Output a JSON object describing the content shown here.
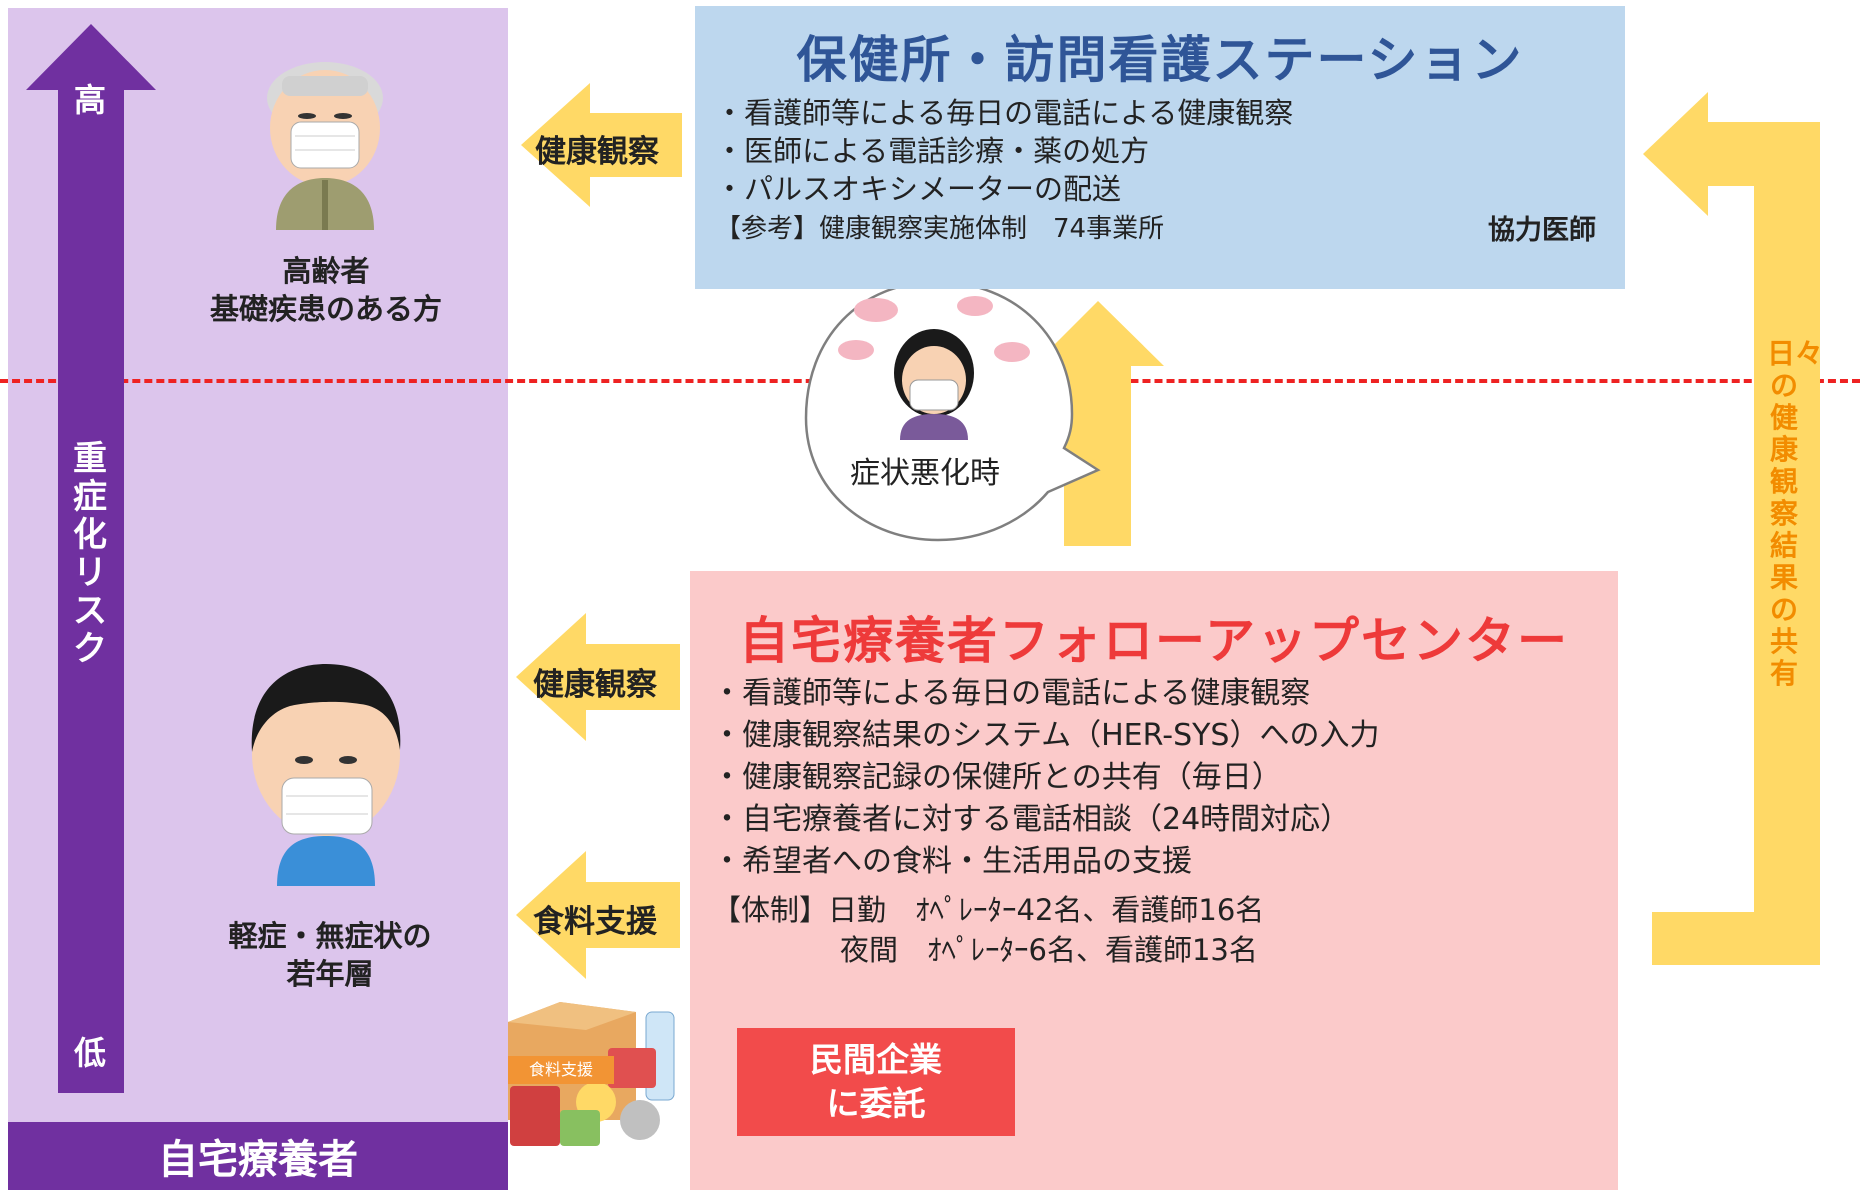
{
  "left_panel": {
    "footer": "自宅療養者",
    "risk_axis": {
      "label": "重症化リスク",
      "high": "高",
      "low": "低"
    },
    "elderly_label_1": "高齢者",
    "elderly_label_2": "基礎疾患のある方",
    "young_label_1": "軽症・無症状の",
    "young_label_2": "若年層"
  },
  "arrows": {
    "top_health": "健康観察",
    "mid_health": "健康観察",
    "food": "食料支援",
    "sharing": "日々の健康観察結果の共有"
  },
  "health_center": {
    "title": "保健所・訪問看護ステーション",
    "items": [
      "・看護師等による毎日の電話による健康観察",
      "・医師による電話診療・薬の処方",
      "・パルスオキシメーターの配送"
    ],
    "reference": "【参考】健康観察実施体制　74事業所",
    "doctor_label": "協力医師"
  },
  "speech_bubble": {
    "text": "症状悪化時"
  },
  "follow_up_center": {
    "title": "自宅療養者フォローアップセンター",
    "items": [
      "・看護師等による毎日の電話による健康観察",
      "・健康観察結果のシステム（HER-SYS）への入力",
      "・健康観察記録の保健所との共有（毎日）",
      "・自宅療養者に対する電話相談（24時間対応）",
      "・希望者への食料・生活用品の支援"
    ],
    "system_day": "【体制】日勤　ｵﾍﾟﾚｰﾀｰ42名、看護師16名",
    "system_night": "夜間　ｵﾍﾟﾚｰﾀｰ6名、看護師13名",
    "outsource_1": "民間企業",
    "outsource_2": "に委託",
    "food_tag": "食料支援"
  },
  "colors": {
    "purple": "#7030a0",
    "lavender": "#dcc5ec",
    "yellow": "#ffd966",
    "blue_box": "#bdd7ee",
    "pink_box": "#fbcaca",
    "red_title": "#ee3a3a",
    "blue_title": "#2f5597",
    "orange_text": "#f28c00"
  },
  "icons": [
    "elderly-person-icon",
    "young-person-icon",
    "nurse-icon",
    "doctor-icon",
    "sick-person-icon",
    "operator-icon",
    "food-box-icon"
  ]
}
